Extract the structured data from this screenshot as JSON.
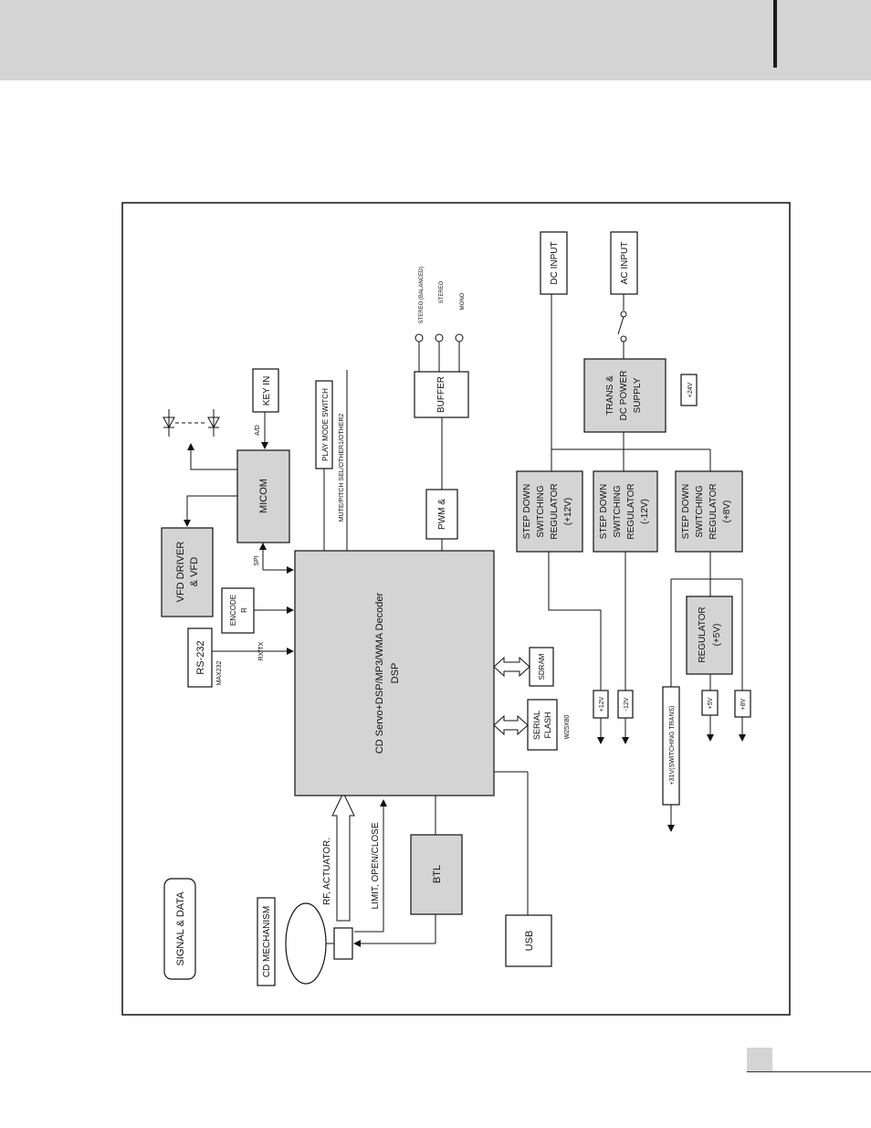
{
  "diagram": {
    "signal_data": "SIGNAL & DATA",
    "cd_mechanism": "CD MECHANISM",
    "rf_actuator": "RF, ACTUATOR.",
    "limit_open_close": "LIMIT, OPEN/CLOSE",
    "btl": "BTL",
    "usb": "USB",
    "dsp_title": "CD Servo+DSP/MP3/WMA Decoder",
    "dsp_sub": "DSP",
    "serial_flash": [
      "SERIAL",
      "FLASH"
    ],
    "flash_part": "W25X80",
    "sdram": "SDRAM",
    "rs232": "RS-232",
    "max232": "MAX232",
    "rxtx": "RX/TX",
    "encoder": [
      "ENCODE",
      "R"
    ],
    "vfd_driver": [
      "VFD DRIVER",
      "& VFD"
    ],
    "spi": "SPI",
    "micom": "MICOM",
    "ad": "A/D",
    "key_in": "KEY IN",
    "play_mode_switch": "PLAY MODE SWITCH",
    "mute_pitch": "MUTE/PITCH SEL/OTHER1/OTHER2",
    "pwm": "PWM &",
    "buffer": "BUFFER",
    "stereo_balanced": "STEREO (BALANCED)",
    "stereo": "STEREO",
    "mono": "MONO",
    "dc_input": "DC INPUT",
    "ac_input": "AC INPUT",
    "trans": [
      "TRANS &",
      "DC POWER",
      "SUPPLY"
    ],
    "plus24v": "+24V",
    "sd_plus12": [
      "STEP DOWN",
      "SWITCHING",
      "REGULATOR",
      "(+12V)"
    ],
    "sd_minus12": [
      "STEP DOWN",
      "SWITCHING",
      "REGULATOR",
      "(-12V)"
    ],
    "sd_plus8": [
      "STEP DOWN",
      "SWITCHING",
      "REGULATOR",
      "(+8V)"
    ],
    "regulator5": [
      "REGULATOR",
      "(+5V)"
    ],
    "plus12v": "+12V",
    "minus12v": "-12V",
    "plus31v": "+31V(SWITCHING TRANS)",
    "plus5v": "+5V",
    "plus8v": "+8V"
  }
}
